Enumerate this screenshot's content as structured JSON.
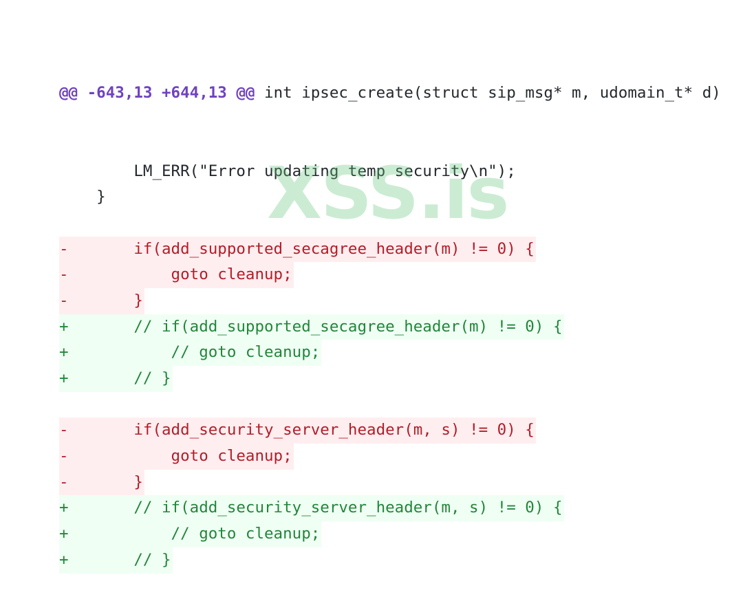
{
  "hunk_header": {
    "marker": "@@ -643,13 +644,13 @@",
    "context": " int ipsec_create(struct sip_msg* m, udomain_t* d)"
  },
  "lines": [
    {
      "type": "ctx",
      "text": "        LM_ERR(\"Error updating temp security\\n\");"
    },
    {
      "type": "ctx",
      "text": "    }"
    },
    {
      "type": "blank",
      "text": ""
    },
    {
      "type": "del",
      "text": "-       if(add_supported_secagree_header(m) != 0) {"
    },
    {
      "type": "del",
      "text": "-           goto cleanup;"
    },
    {
      "type": "del",
      "text": "-       }"
    },
    {
      "type": "add",
      "text": "+       // if(add_supported_secagree_header(m) != 0) {"
    },
    {
      "type": "add",
      "text": "+           // goto cleanup;"
    },
    {
      "type": "add",
      "text": "+       // }"
    },
    {
      "type": "blank",
      "text": ""
    },
    {
      "type": "del",
      "text": "-       if(add_security_server_header(m, s) != 0) {"
    },
    {
      "type": "del",
      "text": "-           goto cleanup;"
    },
    {
      "type": "del",
      "text": "-       }"
    },
    {
      "type": "add",
      "text": "+       // if(add_security_server_header(m, s) != 0) {"
    },
    {
      "type": "add",
      "text": "+           // goto cleanup;"
    },
    {
      "type": "add",
      "text": "+       // }"
    }
  ],
  "watermark": "XSS.is",
  "colors": {
    "hunk_marker": "#6f42c1",
    "deleted_text": "#b31d28",
    "deleted_bg": "#ffeef0",
    "added_text": "#22863a",
    "added_bg": "#f0fff4"
  }
}
